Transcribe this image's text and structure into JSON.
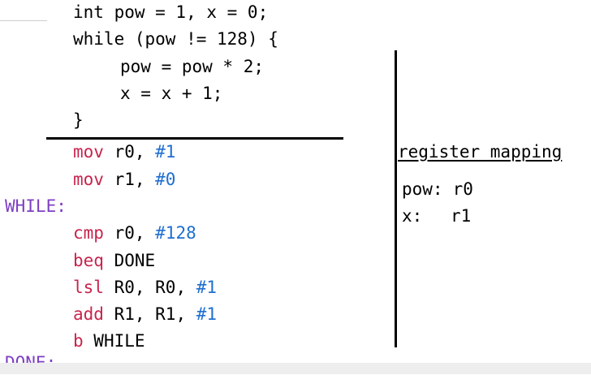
{
  "c_code": {
    "line1": "int pow = 1, x = 0;",
    "line2": "while (pow != 128) {",
    "line3": "pow = pow * 2;",
    "line4": "x = x + 1;",
    "line5": "}"
  },
  "asm": {
    "l1": {
      "op": "mov",
      "args": " r0, ",
      "imm": "#1"
    },
    "l2": {
      "op": "mov",
      "args": " r1, ",
      "imm": "#0"
    },
    "label_while": "WHILE:",
    "l3": {
      "op": "cmp",
      "args": " r0, ",
      "imm": "#128"
    },
    "l4": {
      "op": "beq",
      "args": " DONE"
    },
    "l5": {
      "op": "lsl",
      "args": " R0, R0, ",
      "imm": "#1"
    },
    "l6": {
      "op": "add",
      "args": " R1, R1, ",
      "imm": "#1"
    },
    "l7": {
      "op": "b",
      "args": " WHILE"
    },
    "label_done": "DONE:"
  },
  "register_mapping": {
    "title": "register mapping",
    "rows": [
      {
        "var": "pow:",
        "reg": "r0"
      },
      {
        "var": "x:",
        "reg": "r1"
      }
    ]
  },
  "colors": {
    "opcode": "#c7254e",
    "label": "#7e3fc4",
    "immediate": "#1f6fd1"
  }
}
